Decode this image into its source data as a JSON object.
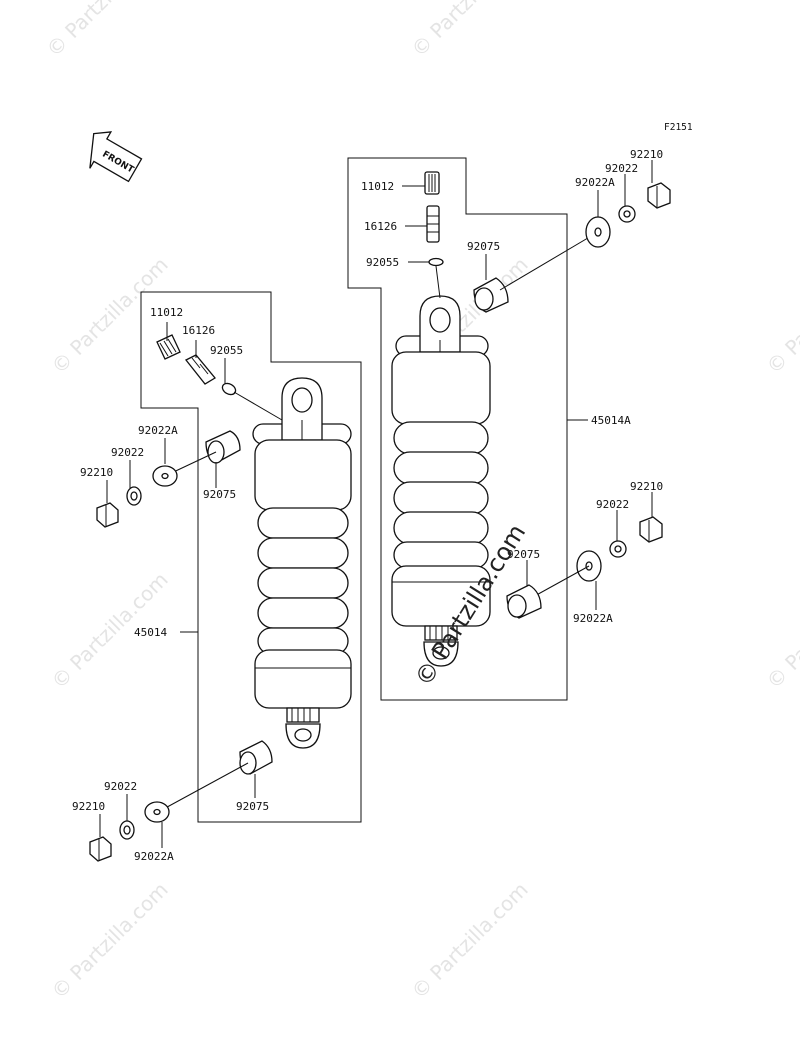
{
  "diagram_code": "F2151",
  "front_label": "FRONT",
  "watermark": "© Partzilla.com",
  "left_assembly": {
    "assembly": "45014",
    "valve_cap": "11012",
    "valve": "16126",
    "o_ring": "92055",
    "bushing_top": "92075",
    "washer_top": "92022A",
    "lock_washer_top": "92022",
    "nut_top": "92210",
    "bushing_bottom": "92075",
    "lock_washer_bottom": "92022",
    "nut_bottom": "92210",
    "washer_bottom": "92022A"
  },
  "right_assembly": {
    "assembly": "45014A",
    "valve_cap": "11012",
    "valve": "16126",
    "o_ring": "92055",
    "bushing_top": "92075",
    "washer_top": "92022A",
    "lock_washer_top": "92022",
    "nut_top": "92210",
    "nut_bottom": "92210",
    "lock_washer_bottom": "92022",
    "bushing_bottom": "92075",
    "washer_bottom": "92022A"
  }
}
